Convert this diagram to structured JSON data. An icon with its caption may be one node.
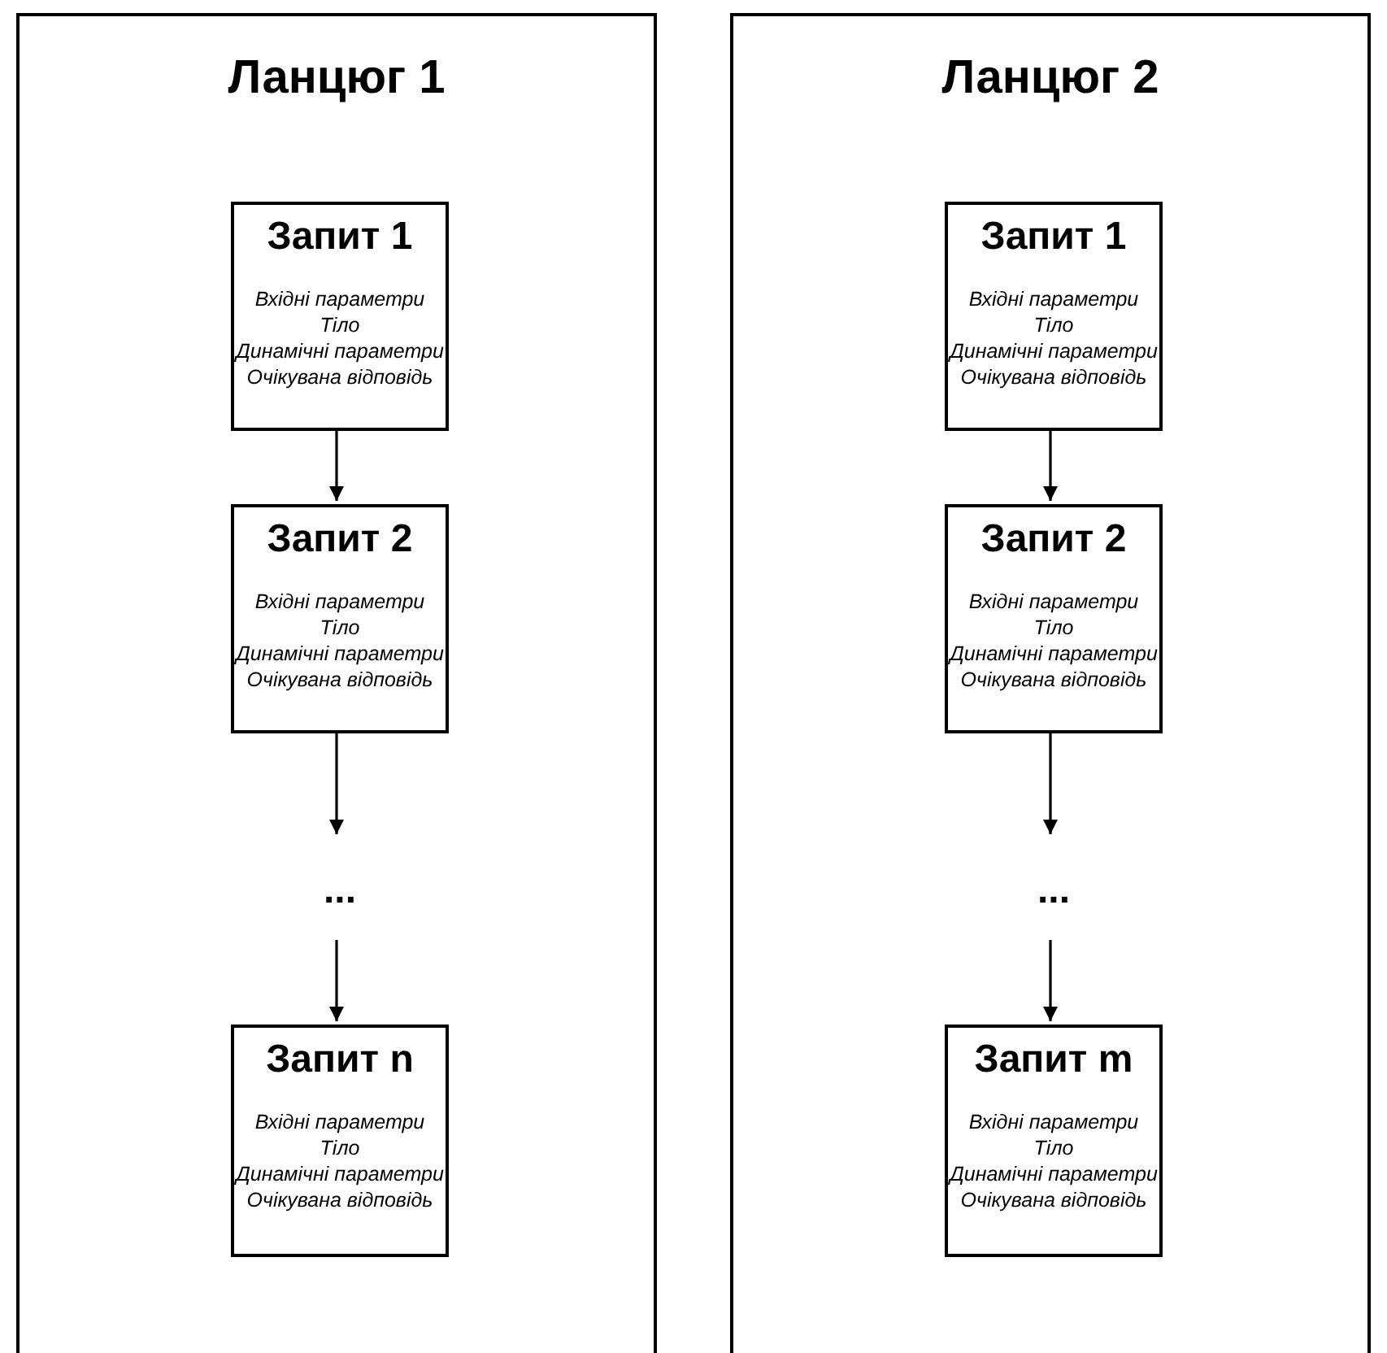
{
  "diagram": {
    "nodes": [
      {
        "text": [
          "Ланцюг 1"
        ]
      },
      {
        "text": [
          "Запит 1",
          "Вхідні параметри",
          "Тіло",
          "Динамічні параметри",
          "Очікувана відповідь"
        ],
        "in": 0
      },
      {
        "text": [
          "Запит 2",
          "Вхідні параметри",
          "Тіло",
          "Динамічні параметри",
          "Очікувана відповідь"
        ],
        "in": 0
      },
      {
        "text": [
          "..."
        ],
        "in": 0
      },
      {
        "text": [
          "Запит n",
          "Вхідні параметри",
          "Тіло",
          "Динамічні параметри",
          "Очікувана відповідь"
        ],
        "in": 0
      },
      {
        "text": [
          "Ланцюг 2"
        ]
      },
      {
        "text": [
          "Запит 1",
          "Вхідні параметри",
          "Тіло",
          "Динамічні параметри",
          "Очікувана відповідь"
        ],
        "in": 5
      },
      {
        "text": [
          "Запит 2",
          "Вхідні параметри",
          "Тіло",
          "Динамічні параметри",
          "Очікувана відповідь"
        ],
        "in": 5
      },
      {
        "text": [
          "..."
        ],
        "in": 5
      },
      {
        "text": [
          "Запит m",
          "Вхідні параметри",
          "Тіло",
          "Динамічні параметри",
          "Очікувана відповідь"
        ],
        "in": 5
      }
    ],
    "edges": [
      {
        "from": 1,
        "to": 2,
        "arrow": "to"
      },
      {
        "from": 2,
        "to": 3,
        "arrow": "to"
      },
      {
        "from": 3,
        "to": 4,
        "arrow": "to"
      },
      {
        "from": 6,
        "to": 7,
        "arrow": "to"
      },
      {
        "from": 7,
        "to": 8,
        "arrow": "to"
      },
      {
        "from": 8,
        "to": 9,
        "arrow": "to"
      }
    ]
  }
}
